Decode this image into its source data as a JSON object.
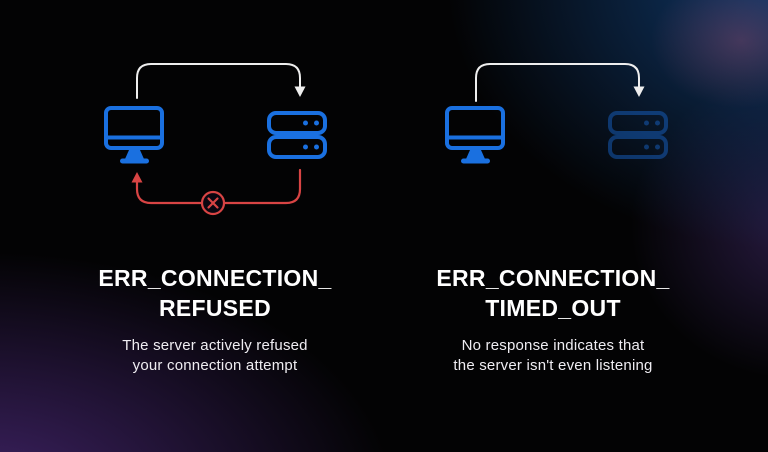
{
  "colors": {
    "background_base": "#030304",
    "accent_blue": "#1a70e0",
    "error_red": "#d84444",
    "arrow_white": "#eeeeee",
    "title_text": "#ffffff",
    "body_text": "#efedf2",
    "glow_purple": "#3e2264",
    "glow_navy": "#103869"
  },
  "left_panel": {
    "title_line1": "ERR_CONNECTION_",
    "title_line2": "REFUSED",
    "description_line1": "The server actively refused",
    "description_line2": "your connection attempt",
    "icons": {
      "client": "computer-monitor-icon",
      "server": "server-stack-icon",
      "request": "request-arrow-icon",
      "response": "refused-response-arrow-icon",
      "blocked": "circle-x-icon"
    }
  },
  "right_panel": {
    "title_line1": "ERR_CONNECTION_",
    "title_line2": "TIMED_OUT",
    "description_line1": "No response indicates that",
    "description_line2": "the server isn't even listening",
    "icons": {
      "client": "computer-monitor-icon",
      "server": "server-stack-faded-icon",
      "request": "request-arrow-icon"
    }
  }
}
